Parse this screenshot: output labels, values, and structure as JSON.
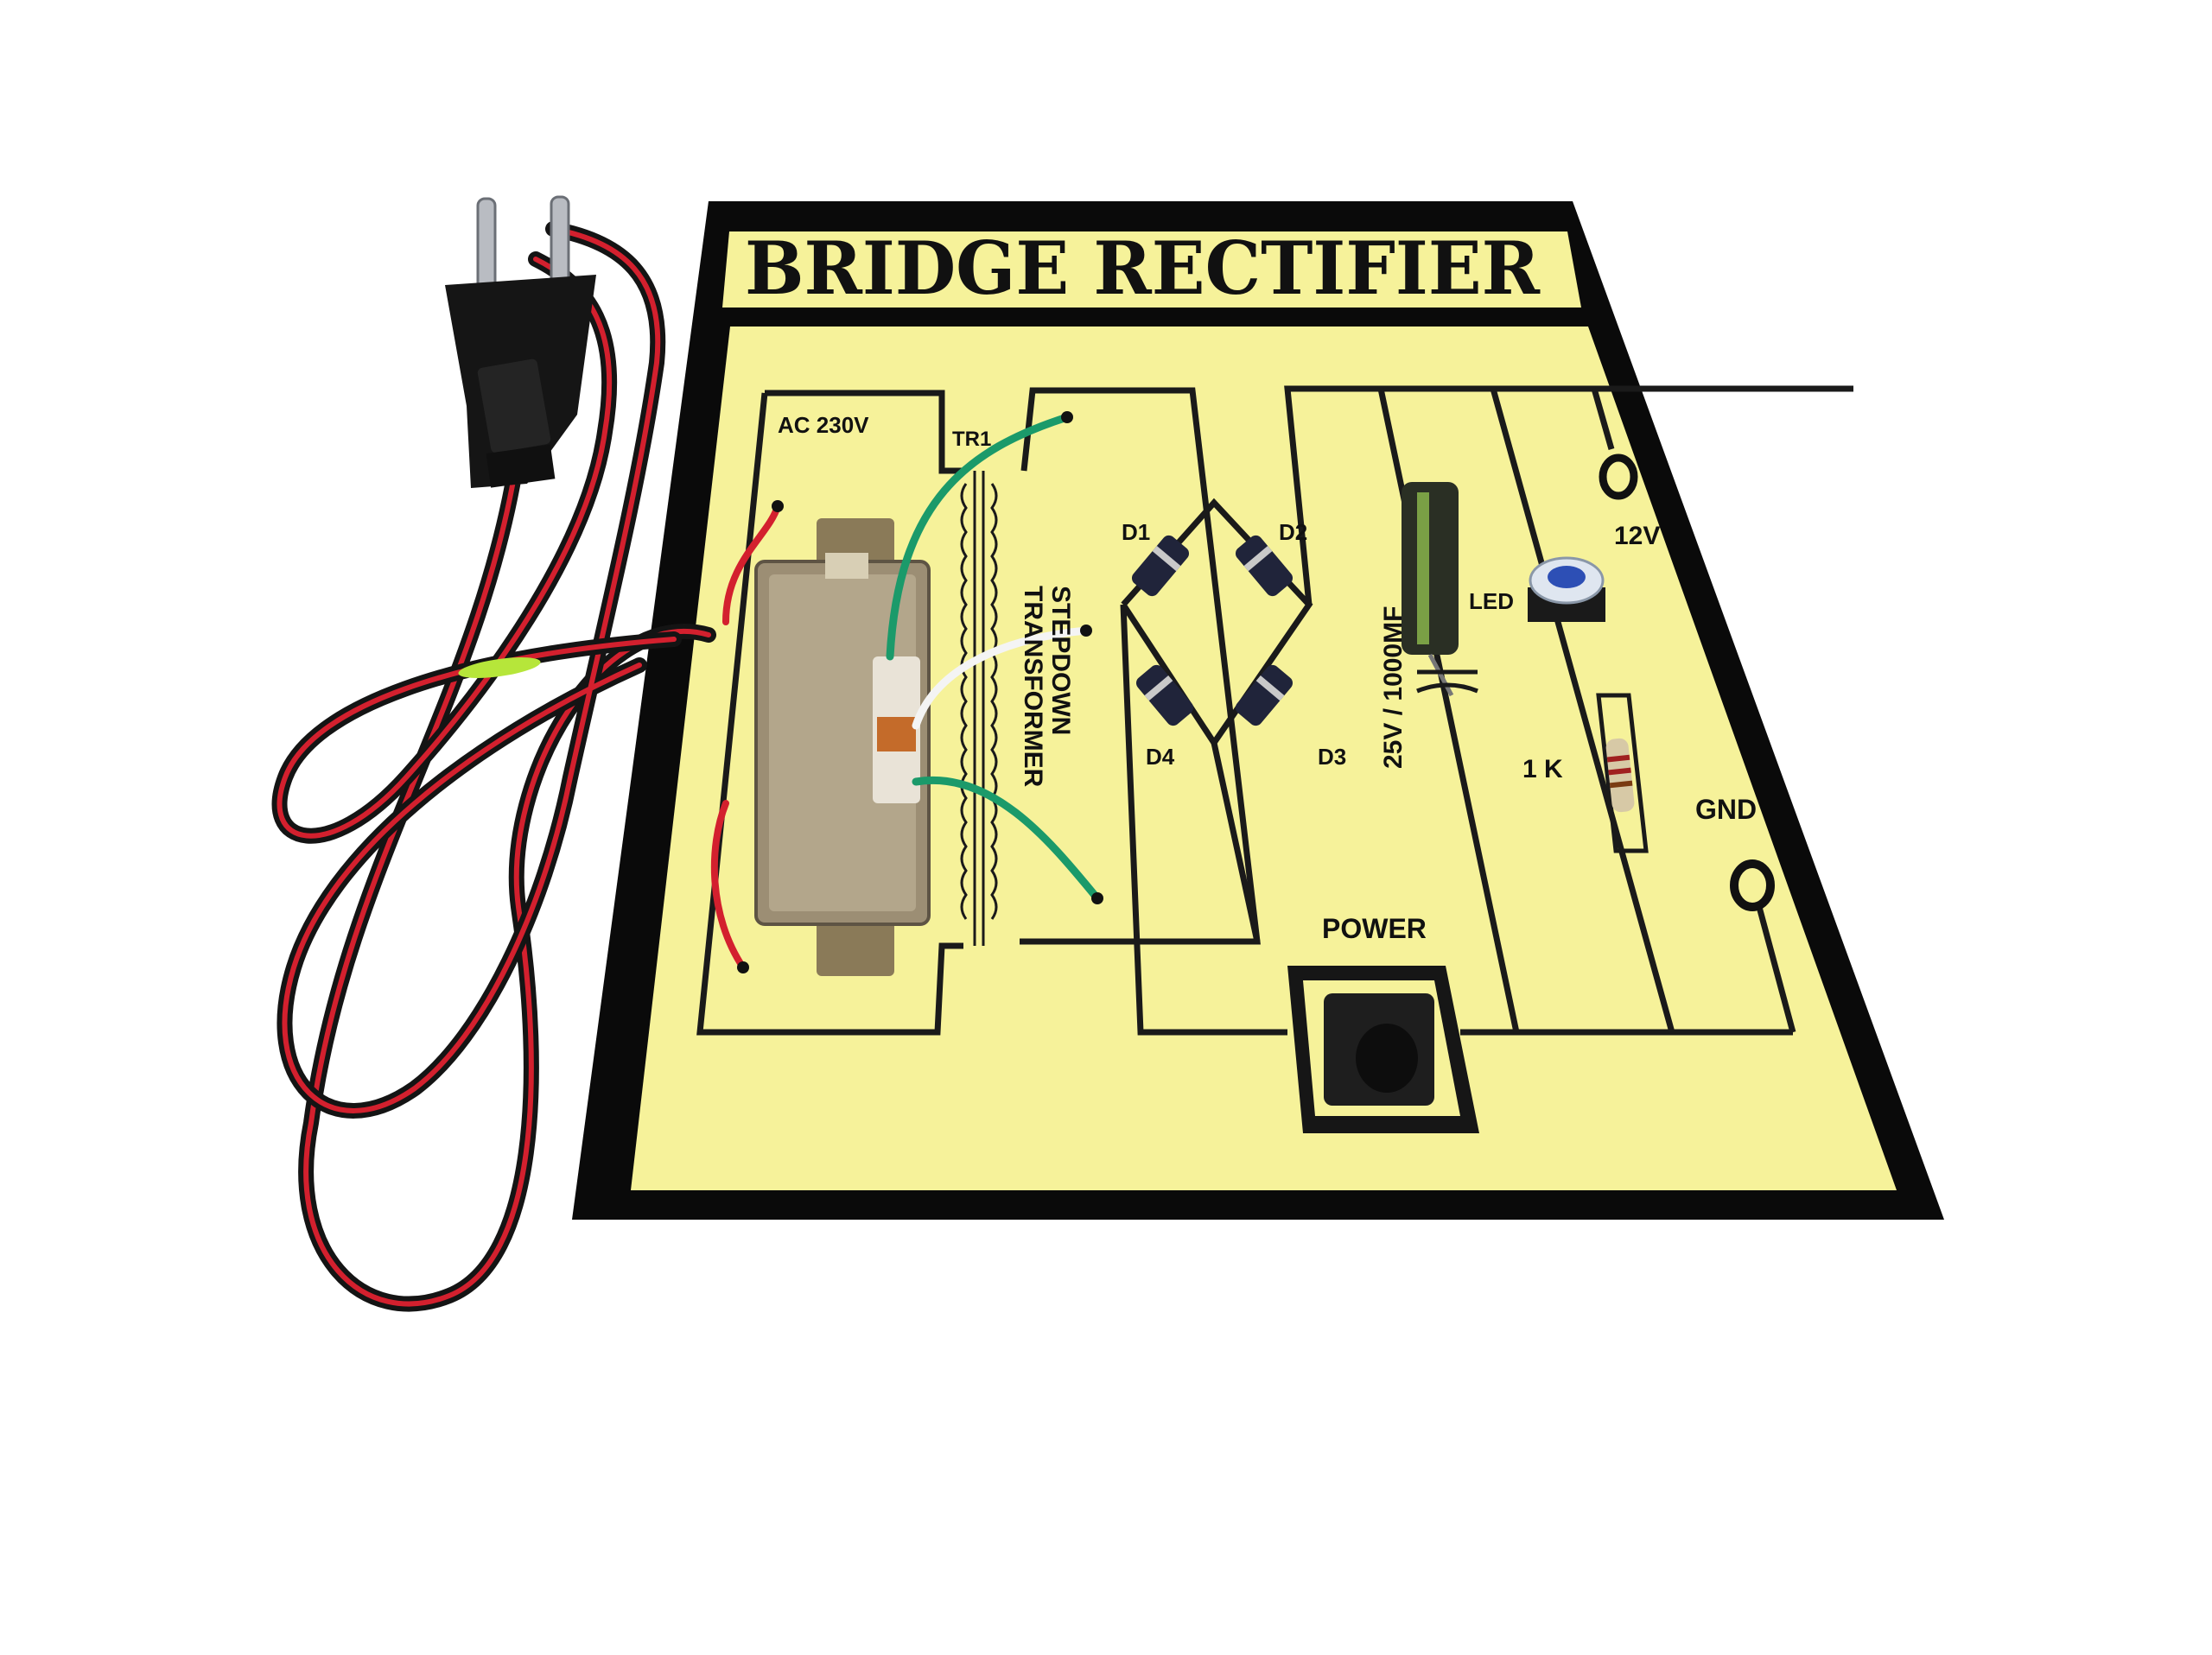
{
  "board": {
    "title": "BRIDGE RECTIFIER",
    "colors": {
      "frame": "#0a0a0a",
      "panel": "#f6f29a",
      "trace": "#1a1a1a"
    }
  },
  "labels": {
    "ac_input": "AC 230V",
    "transformer_ref": "TR1",
    "transformer_line1": "STEPDOWN",
    "transformer_line2": "TRANSFORMER",
    "d1": "D1",
    "d2": "D2",
    "d3": "D3",
    "d4": "D4",
    "capacitor": "25V / 1000MF",
    "led": "LED",
    "resistor": "1 K",
    "v12": "12V",
    "gnd": "GND",
    "power": "POWER"
  },
  "cable": {
    "colors": {
      "red": "#d3202e",
      "black": "#141414",
      "band": "#b6e63a"
    }
  },
  "icons": [
    "mains-plug-icon",
    "transformer-icon",
    "diode-icon",
    "capacitor-icon",
    "led-icon",
    "resistor-icon",
    "push-switch-icon",
    "terminal-icon"
  ]
}
